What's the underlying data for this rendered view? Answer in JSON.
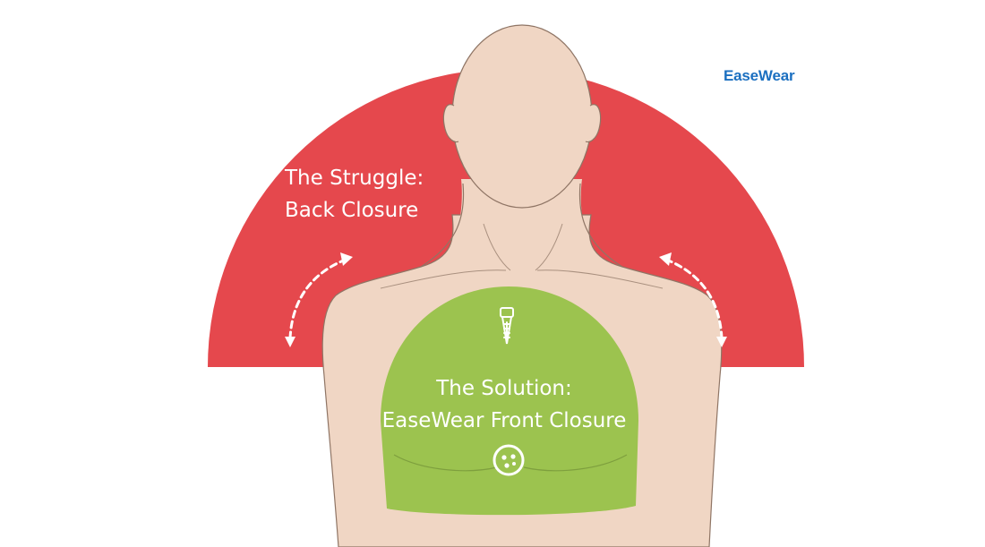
{
  "brand": {
    "logo_text": "EaseWear",
    "color": "#1b6fc0"
  },
  "struggle": {
    "line1": "The Struggle:",
    "line2": "Back Closure",
    "color": "#e5484d"
  },
  "solution": {
    "line1": "The Solution:",
    "line2": "EaseWear Front Closure",
    "color": "#9cc34f"
  },
  "icons": [
    "zipper-icon",
    "button-icon",
    "curved-arrow-icon"
  ],
  "colors": {
    "skin": "#f0d6c4",
    "skin_outline": "#8f7565",
    "background": "#ffffff"
  }
}
